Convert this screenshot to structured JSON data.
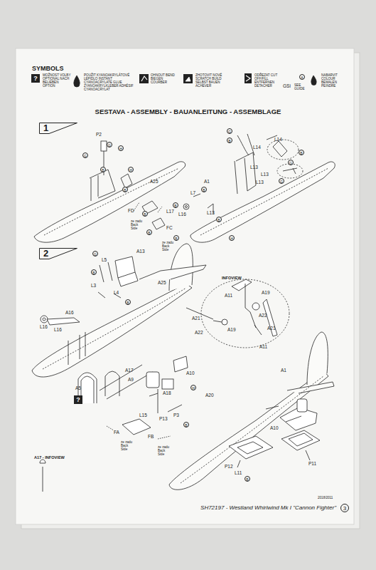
{
  "diagram": {
    "nodes": [
      {
        "text": [
          "1"
        ]
      },
      {
        "text": [
          "2"
        ]
      }
    ],
    "labels": [
      "SYMBOLS",
      "?",
      "MOŽNOST VOLBY OPTIONAL NACH BELIEBEN OPTION",
      "POUŽIT KYANOAKRYLÁTOVÉ LEPIDLO INSTANT CYANOACRYLATE GLUE ZYANOAKRYLKLEBER ADHÉSIF CYANOACRYLAT",
      "OHNOUT BEND BIEGEN COURBER",
      "ZHOTOVIT NOVÉ SCRATCH BUILD SELBST BAUEN ACHEVER",
      "ODŘEZAT CUT OFF/FILL ENTFERNEN DETACHER",
      "GSi",
      "A",
      "SEE GUIDE",
      "NABARVIT COLOUR BEMALEN PEINDRE",
      "SESTAVA - ASSEMBLY - BAUANLEITUNG - ASSEMBLAGE",
      "P2",
      "G",
      "H",
      "G",
      "B",
      "H",
      "A25",
      "B",
      "FD",
      "L17",
      "B",
      "ze zadu Back Side",
      "B",
      "FC",
      "B",
      "ze zadu Back Side",
      "G",
      "B",
      "L14",
      "L14",
      "G",
      "B",
      "L13",
      "L13",
      "L13",
      "G",
      "A1",
      "B",
      "L7",
      "B",
      "L16",
      "L13",
      "B",
      "H",
      "A13",
      "L5",
      "G",
      "B",
      "L3",
      "L4",
      "B",
      "A25",
      "INFOVIEW",
      "A11",
      "A19",
      "A22",
      "A21",
      "A11",
      "A21",
      "A22",
      "A19",
      "A16",
      "L16",
      "L16",
      "A17",
      "A9",
      "A5",
      "?",
      "A10",
      "A18",
      "A20",
      "P13",
      "P3",
      "H",
      "B",
      "L15",
      "FA",
      "FB",
      "ze zadu Back Side",
      "ze zadu Back Side",
      "A17 - INFOVIEW",
      "A1",
      "A10",
      "P12",
      "L11",
      "P11",
      "B",
      "2018/2011",
      "SH72197 - Westland Whirlwind Mk I \"Cannon Fighter\"",
      "3"
    ]
  }
}
